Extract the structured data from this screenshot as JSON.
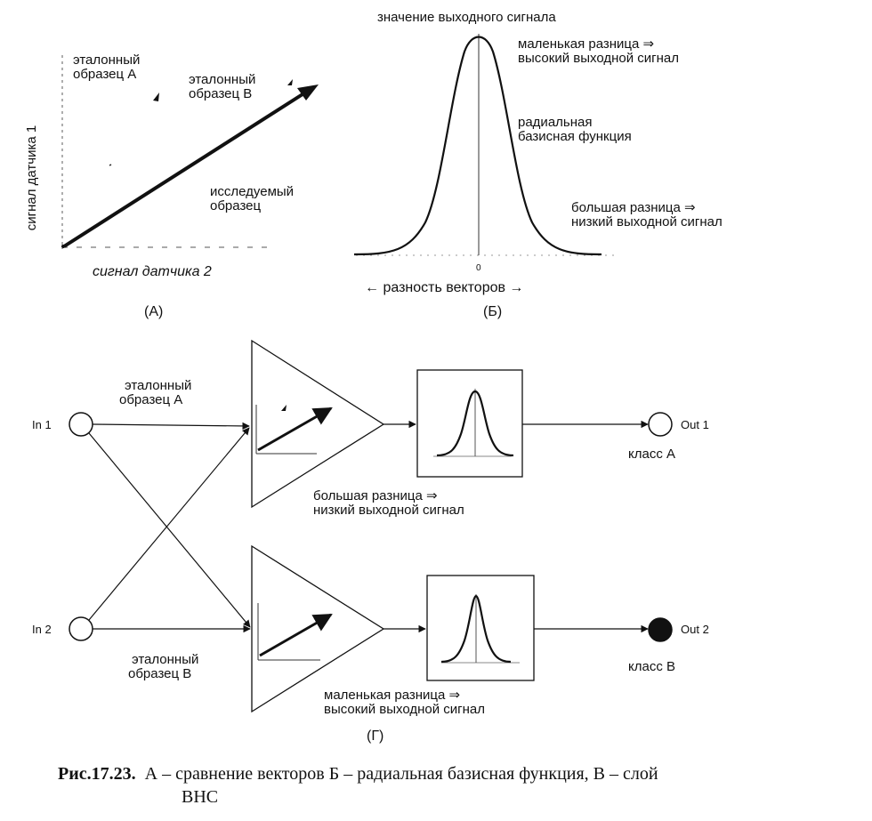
{
  "panel_a": {
    "y_axis_label": "сигнал датчика 1",
    "x_axis_label": "сигнал датчика 2",
    "ref_a_label_line1": "эталонный",
    "ref_a_label_line2": "образец A",
    "ref_b_label_line1": "эталонный",
    "ref_b_label_line2": "образец B",
    "test_label_line1": "исследуемый",
    "test_label_line2": "образец",
    "panel_label": "(А)"
  },
  "panel_b": {
    "peak_label": "значение выходного сигнала",
    "small_diff_line1": "маленькая разница ⇒",
    "small_diff_line2": "высокий выходной сигнал",
    "rbf_line1": "радиальная",
    "rbf_line2": "базисная функция",
    "large_diff_line1": "большая разница ⇒",
    "large_diff_line2": "низкий выходной сигнал",
    "zero_tick": "0",
    "x_axis_label": "← разность векторов →",
    "panel_label": "(Б)"
  },
  "panel_g": {
    "in1": "In 1",
    "in2": "In 2",
    "out1": "Out 1",
    "out2": "Out 2",
    "ref_a_line1": "эталонный",
    "ref_a_line2": "образец А",
    "ref_b_line1": "эталонный",
    "ref_b_line2": "образец В",
    "large_diff_line1": "большая разница ⇒",
    "large_diff_line2": "низкий выходной сигнал",
    "small_diff_line1": "маленькая разница ⇒",
    "small_diff_line2": "высокий выходной сигнал",
    "class_a": "класс А",
    "class_b": "класс В",
    "panel_label": "(Г)"
  },
  "caption": {
    "figure_number": "Рис.17.23.",
    "text_line1": "А – сравнение векторов  Б – радиальная базисная функция, В – слой",
    "text_line2": "ВНС"
  }
}
